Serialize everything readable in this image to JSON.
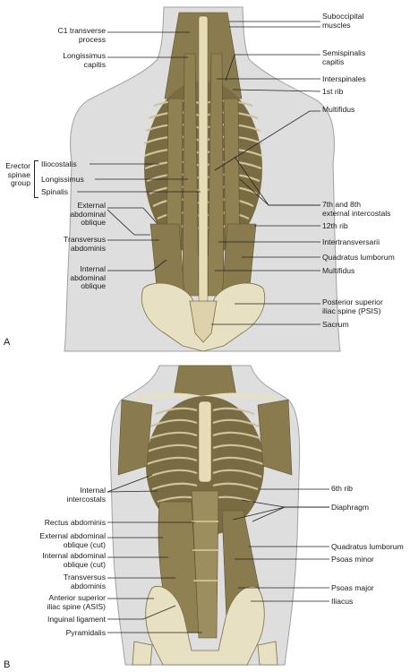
{
  "panel_a": {
    "letter": "A",
    "labels_left": [
      "C1 transverse\nprocess",
      "Longissimus\ncapitis",
      "Iliocostalis",
      "Longissimus",
      "Spinalis",
      "External\nabdominal\noblique",
      "Transversus\nabdominis",
      "Internal\nabdominal\noblique"
    ],
    "group_label": "Erector\nspinae\ngroup",
    "labels_right": [
      "Suboccipital\nmuscles",
      "Semispinalis\ncapitis",
      "Interspinales",
      "1st rib",
      "Multifidus",
      "7th and 8th\nexternal intercostals",
      "12th rib",
      "Intertransversarii",
      "Quadratus lumborum",
      "Multifidus",
      "Posterior superior\niliac spine (PSIS)",
      "Sacrum"
    ]
  },
  "panel_b": {
    "letter": "B",
    "labels_left": [
      "Internal\nintercostals",
      "Rectus abdominis",
      "External abdominal\noblique (cut)",
      "Internal abdominal\noblique (cut)",
      "Transversus\nabdominis",
      "Anterior superior\niliac spine (ASIS)",
      "Inguinal ligament",
      "Pyramidalis"
    ],
    "labels_right": [
      "6th rib",
      "Diaphragm",
      "Quadratus lumborum",
      "Psoas minor",
      "Psoas major",
      "Iliacus"
    ]
  },
  "colors": {
    "muscle": "#7d6f45",
    "muscle_light": "#a49669",
    "bone": "#e8e0c2",
    "skin": "#dcdcdc",
    "skin_outline": "#9a9a9a",
    "leader": "#222222"
  }
}
